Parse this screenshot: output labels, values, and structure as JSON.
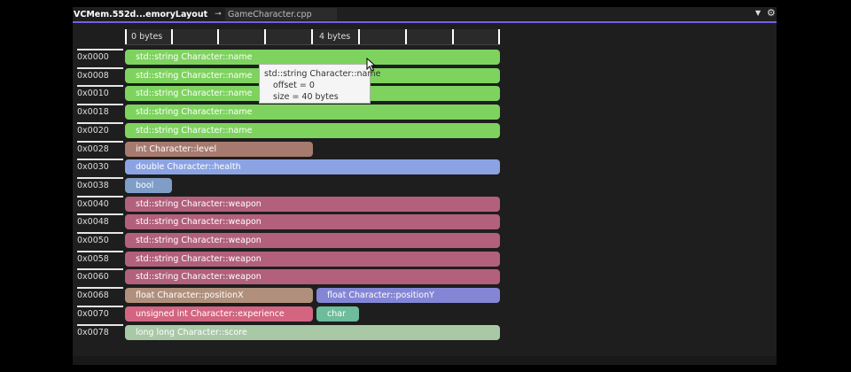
{
  "tabs": {
    "active": "VCMem.552d...emoryLayout",
    "inactive": "GameCharacter.cpp",
    "pin_glyph": "⊸",
    "close_glyph": "✕",
    "dropdown_glyph": "▼",
    "gear_glyph": "⚙"
  },
  "ruler": {
    "label_start": "0 bytes",
    "label_mid": "4 bytes"
  },
  "rows": [
    {
      "offset": "0x0000",
      "blocks": [
        {
          "label": "std::string Character::name",
          "type": "string"
        }
      ]
    },
    {
      "offset": "0x0008",
      "blocks": [
        {
          "label": "std::string Character::name",
          "type": "string"
        }
      ]
    },
    {
      "offset": "0x0010",
      "blocks": [
        {
          "label": "std::string Character::name",
          "type": "string"
        }
      ]
    },
    {
      "offset": "0x0018",
      "blocks": [
        {
          "label": "std::string Character::name",
          "type": "string"
        }
      ]
    },
    {
      "offset": "0x0020",
      "blocks": [
        {
          "label": "std::string Character::name",
          "type": "string"
        }
      ]
    },
    {
      "offset": "0x0028",
      "blocks": [
        {
          "label": "int Character::level",
          "type": "int"
        }
      ]
    },
    {
      "offset": "0x0030",
      "blocks": [
        {
          "label": "double Character::health",
          "type": "double"
        }
      ]
    },
    {
      "offset": "0x0038",
      "blocks": [
        {
          "label": "bool",
          "type": "bool"
        }
      ]
    },
    {
      "offset": "0x0040",
      "blocks": [
        {
          "label": "std::string Character::weapon",
          "type": "weapon"
        }
      ]
    },
    {
      "offset": "0x0048",
      "blocks": [
        {
          "label": "std::string Character::weapon",
          "type": "weapon"
        }
      ]
    },
    {
      "offset": "0x0050",
      "blocks": [
        {
          "label": "std::string Character::weapon",
          "type": "weapon"
        }
      ]
    },
    {
      "offset": "0x0058",
      "blocks": [
        {
          "label": "std::string Character::weapon",
          "type": "weapon"
        }
      ]
    },
    {
      "offset": "0x0060",
      "blocks": [
        {
          "label": "std::string Character::weapon",
          "type": "weapon"
        }
      ]
    },
    {
      "offset": "0x0068",
      "blocks": [
        {
          "label": "float Character::positionX",
          "type": "floatx"
        },
        {
          "label": "float Character::positionY",
          "type": "floaty"
        }
      ]
    },
    {
      "offset": "0x0070",
      "blocks": [
        {
          "label": "unsigned int Character::experience",
          "type": "uint"
        },
        {
          "label": "char",
          "type": "char"
        }
      ]
    },
    {
      "offset": "0x0078",
      "blocks": [
        {
          "label": "long long Character::score",
          "type": "ll"
        }
      ]
    }
  ],
  "tooltip": {
    "title": "std::string Character::name",
    "offset": "offset = 0",
    "size": "size = 40 bytes"
  },
  "colors": {
    "accent": "#7160e8",
    "string": "#7ed35f",
    "int": "#a77a70",
    "double": "#8ba3e2",
    "bool": "#7f9dc7",
    "weapon": "#b2607c",
    "floatx": "#b0907d",
    "floaty": "#8486d5",
    "uint": "#d36580",
    "char": "#6dbc9c",
    "ll": "#a8c8a6"
  }
}
